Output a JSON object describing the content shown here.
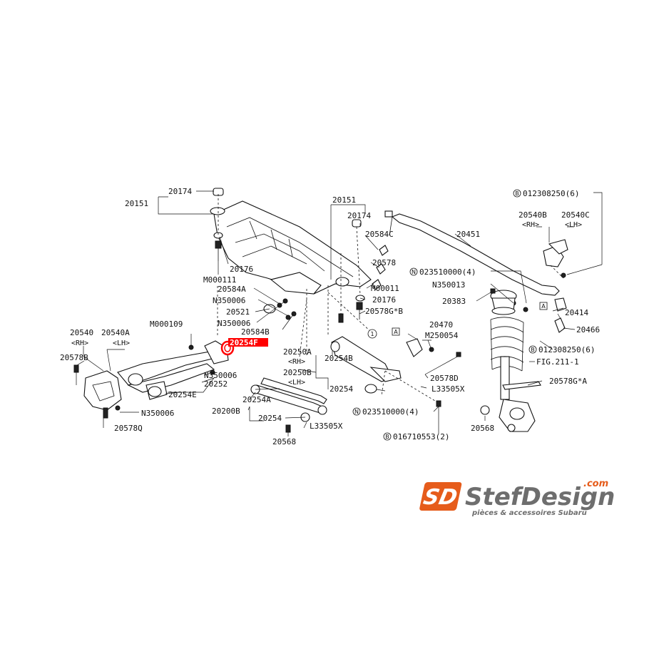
{
  "diagram": {
    "highlight_part": "20254F",
    "labels": {
      "l20174a": "20174",
      "l20151a": "20151",
      "l20176a": "20176",
      "lM000111": "M000111",
      "l20584A": "20584A",
      "lN350006a": "N350006",
      "l20521": "20521",
      "lN350006b": "N350006",
      "l20584B": "20584B",
      "lM000109": "M000109",
      "l20540": "20540",
      "l20540rh": "<RH>",
      "l20540A": "20540A",
      "l20540Alh": "<LH>",
      "l20578B": "20578B",
      "lN350006c": "N350006",
      "l20252": "20252",
      "l20254E": "20254E",
      "lN350006d": "N350006",
      "l20578Q": "20578Q",
      "l20151b": "20151",
      "l20174b": "20174",
      "l20584C": "20584C",
      "l20578": "20578",
      "lM00011": "M00011",
      "l20176b": "20176",
      "l20578GB": "20578G*B",
      "l20250A": "20250A",
      "l20250Arh": "<RH>",
      "l20250B": "20250B",
      "l20250Blh": "<LH>",
      "l20254B": "20254B",
      "l20254a": "20254",
      "l20254A": "20254A",
      "l20200B": "20200B",
      "l20254b": "20254",
      "lL33505Xa": "L33505X",
      "l20568a": "20568",
      "l20470": "20470",
      "lM250054": "M250054",
      "l20578D": "20578D",
      "lL33505Xb": "L33505X",
      "l023510000b": "023510000(4)",
      "l016710553": "016710553(2)",
      "l20451": "20451",
      "l023510000a": "023510000(4)",
      "lN350013": "N350013",
      "l20383": "20383",
      "l012308250a": "012308250(6)",
      "l20540B": "20540B",
      "l20540Brh": "<RH>",
      "l20540C": "20540C",
      "l20540Clh": "<LH>",
      "l20414": "20414",
      "l20466": "20466",
      "l012308250b": "012308250(6)",
      "lFIG": "FIG.211-1",
      "l20578GA": "20578G*A",
      "l20568b": "20568"
    },
    "symbols": {
      "n": "N",
      "b": "B",
      "a": "A",
      "one": "1"
    }
  },
  "logo": {
    "mark": "SD",
    "name": "StefDesign",
    "domain": ".com",
    "tagline": "pièces & accessoires Subaru",
    "colors": {
      "orange": "#e65c1b",
      "gray": "#6e6e6e"
    }
  },
  "colors": {
    "highlight": "#ff0000",
    "line": "#111111"
  }
}
